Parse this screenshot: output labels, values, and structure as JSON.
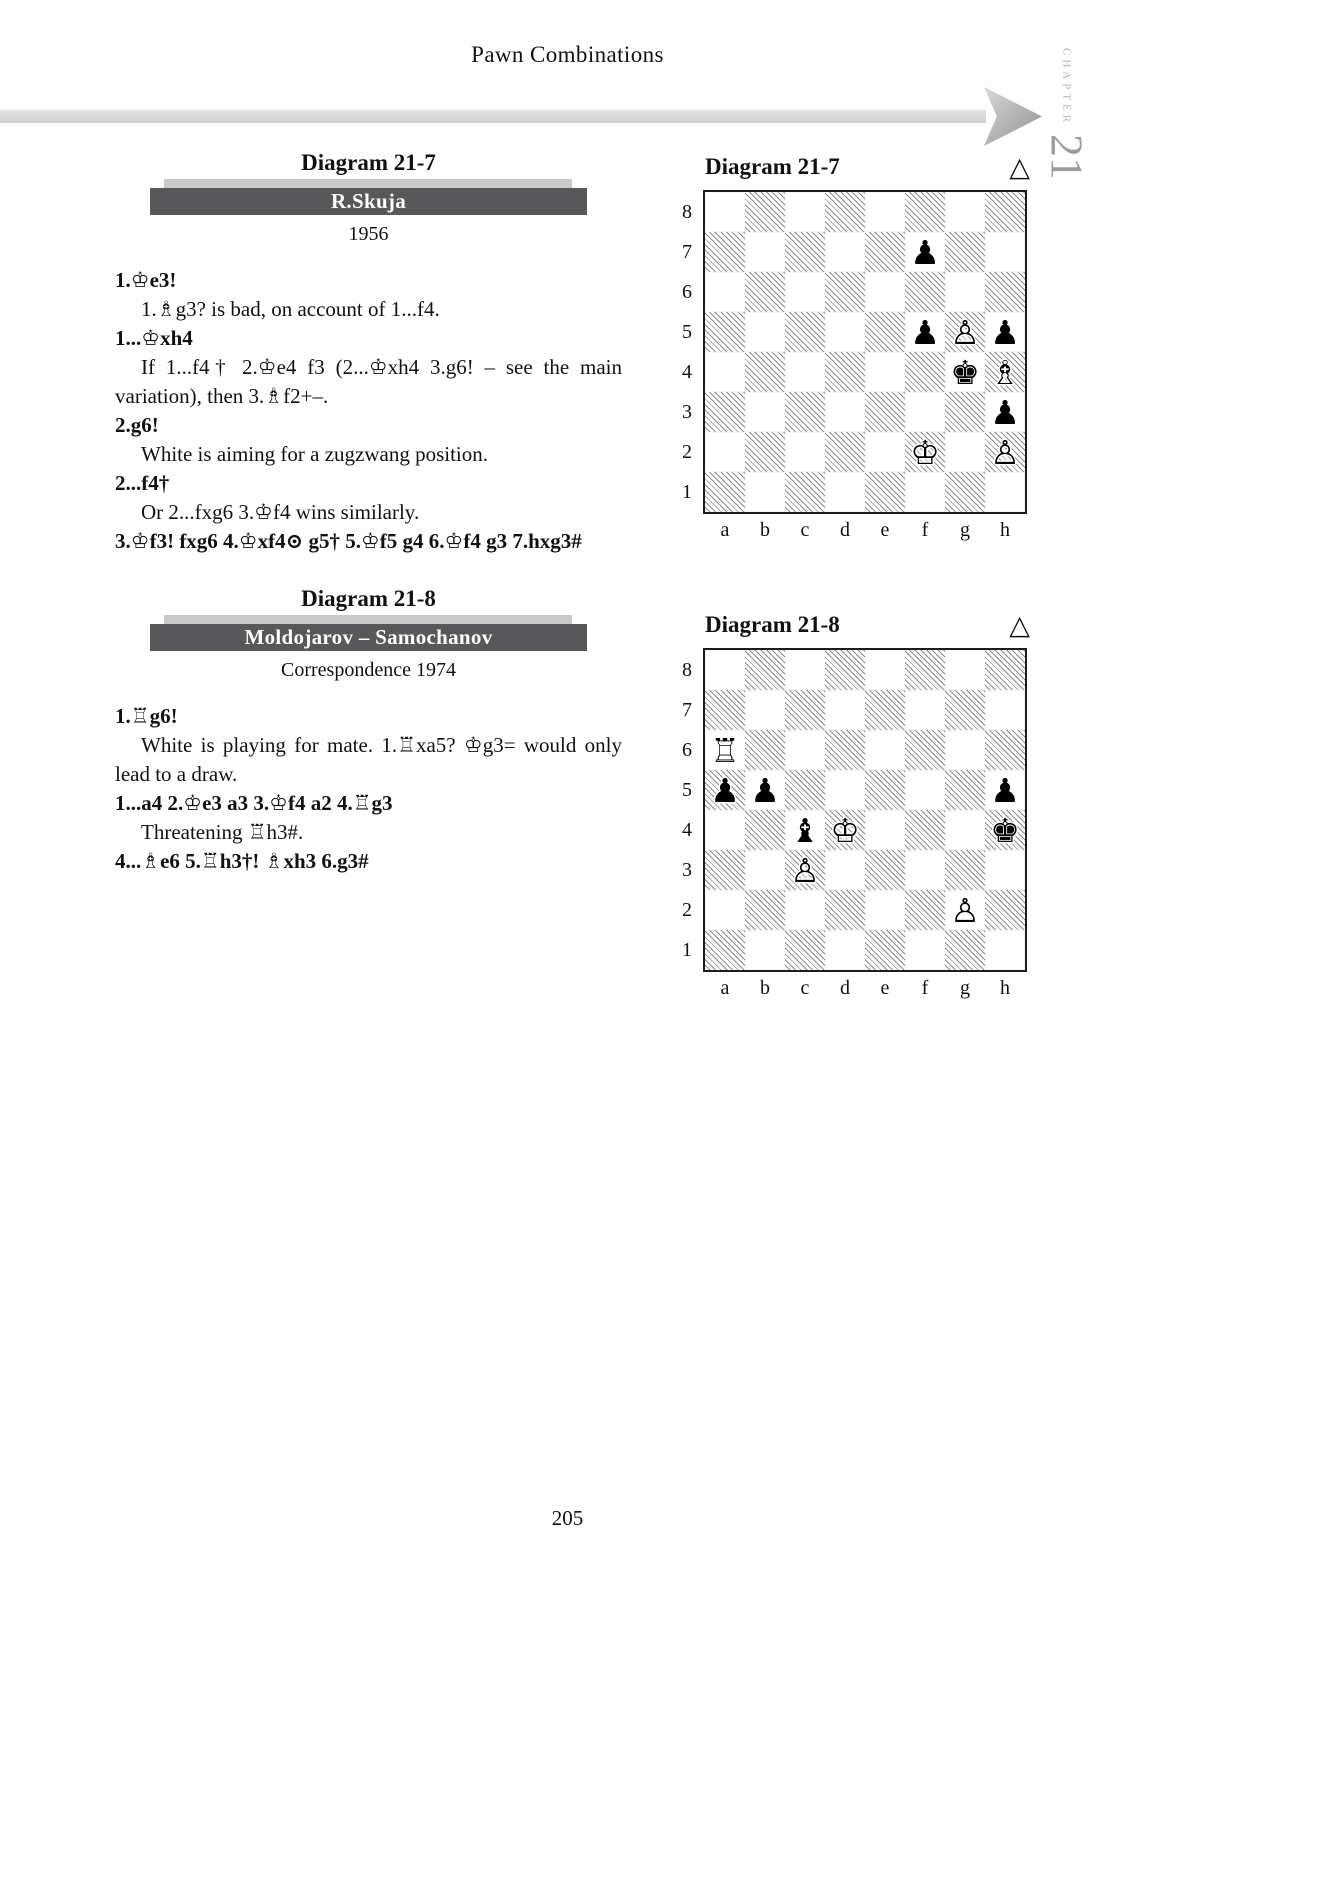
{
  "page": {
    "header": "Pawn Combinations",
    "chapter_label": "chapter",
    "chapter_number": "21",
    "page_number": "205"
  },
  "sections": [
    {
      "title": "Diagram 21-7",
      "players": "R.Skuja",
      "event": "1956",
      "lines": [
        {
          "style": "move",
          "text": "1.♔e3!"
        },
        {
          "style": "note",
          "text": "1.♗g3? is bad, on account of 1...f4."
        },
        {
          "style": "move",
          "text": "1...♔xh4"
        },
        {
          "style": "note",
          "text": "If 1...f4† 2.♔e4 f3 (2...♔xh4 3.g6! – see the main variation), then 3.♗f2+–."
        },
        {
          "style": "move",
          "text": "2.g6!"
        },
        {
          "style": "note",
          "text": "White is aiming for a zugzwang position."
        },
        {
          "style": "move",
          "text": "2...f4†"
        },
        {
          "style": "note",
          "text": "Or 2...fxg6 3.♔f4 wins similarly."
        },
        {
          "style": "move",
          "text": "3.♔f3! fxg6 4.♔xf4⊙ g5† 5.♔f5 g4 6.♔f4 g3 7.hxg3#"
        }
      ]
    },
    {
      "title": "Diagram 21-8",
      "players": "Moldojarov – Samochanov",
      "event": "Correspondence 1974",
      "lines": [
        {
          "style": "move",
          "text": "1.♖g6!"
        },
        {
          "style": "note",
          "text": "White is playing for mate. 1.♖xa5? ♔g3= would only lead to a draw."
        },
        {
          "style": "move",
          "text": "1...a4 2.♔e3 a3 3.♔f4 a2 4.♖g3"
        },
        {
          "style": "note",
          "text": "Threatening ♖h3#."
        },
        {
          "style": "move",
          "text": "4...♗e6 5.♖h3†! ♗xh3 6.g3#"
        }
      ]
    }
  ],
  "diagrams": [
    {
      "caption": "Diagram 21-7",
      "to_move": "△",
      "ranks": [
        "8",
        "7",
        "6",
        "5",
        "4",
        "3",
        "2",
        "1"
      ],
      "files": [
        "a",
        "b",
        "c",
        "d",
        "e",
        "f",
        "g",
        "h"
      ],
      "pieces": [
        {
          "square": "f7",
          "piece": "bp"
        },
        {
          "square": "f5",
          "piece": "bp"
        },
        {
          "square": "g5",
          "piece": "wp"
        },
        {
          "square": "h5",
          "piece": "bp"
        },
        {
          "square": "g4",
          "piece": "bk"
        },
        {
          "square": "h4",
          "piece": "wb"
        },
        {
          "square": "h3",
          "piece": "bp"
        },
        {
          "square": "f2",
          "piece": "wk"
        },
        {
          "square": "h2",
          "piece": "wp"
        }
      ]
    },
    {
      "caption": "Diagram 21-8",
      "to_move": "△",
      "ranks": [
        "8",
        "7",
        "6",
        "5",
        "4",
        "3",
        "2",
        "1"
      ],
      "files": [
        "a",
        "b",
        "c",
        "d",
        "e",
        "f",
        "g",
        "h"
      ],
      "pieces": [
        {
          "square": "a6",
          "piece": "wr"
        },
        {
          "square": "a5",
          "piece": "bp"
        },
        {
          "square": "b5",
          "piece": "bp"
        },
        {
          "square": "h5",
          "piece": "bp"
        },
        {
          "square": "c4",
          "piece": "bb"
        },
        {
          "square": "d4",
          "piece": "wk"
        },
        {
          "square": "h4",
          "piece": "bk"
        },
        {
          "square": "c3",
          "piece": "wp"
        },
        {
          "square": "g2",
          "piece": "wp"
        }
      ]
    }
  ],
  "glyphs": {
    "wk": "♔",
    "wq": "♕",
    "wr": "♖",
    "wb": "♗",
    "wn": "♘",
    "wp": "♙",
    "bk": "♚",
    "bq": "♛",
    "br": "♜",
    "bb": "♝",
    "bn": "♞",
    "bp": "♟"
  }
}
